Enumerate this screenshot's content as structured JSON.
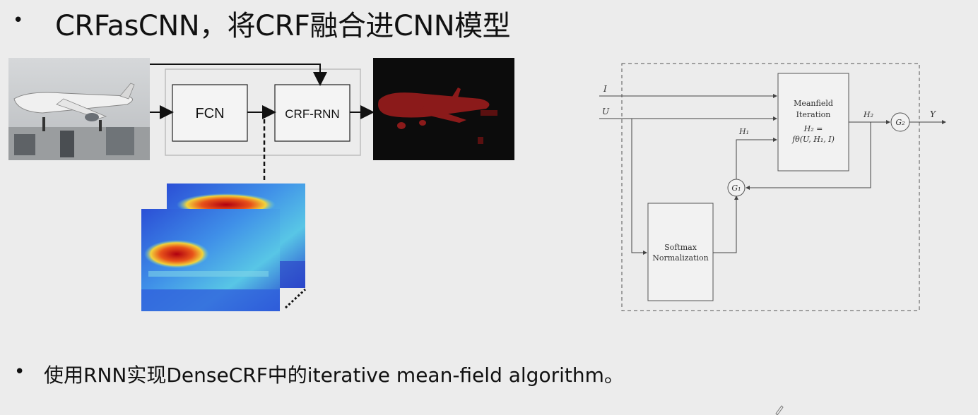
{
  "slide": {
    "title": "CRFasCNN，将CRF融合进CNN模型",
    "bullet": "•",
    "bottom_text": "使用RNN实现DenseCRF中的iterative mean-field algorithm。"
  },
  "pipeline": {
    "fcn_label": "FCN",
    "crf_rnn_label": "CRF-RNN"
  },
  "rnn_diagram": {
    "input_I": "I",
    "input_U": "U",
    "output_Y": "Y",
    "meanfield_line1": "Meanfield",
    "meanfield_line2": "Iteration",
    "meanfield_eq1": "H₂ =",
    "meanfield_eq2": "fθ(U, H₁, I)",
    "softmax_line1": "Softmax",
    "softmax_line2": "Normalization",
    "h1_label": "H₁",
    "h2_label": "H₂",
    "g1_label": "G₁",
    "g2_label": "G₂"
  },
  "colors": {
    "background": "#ececec",
    "segmentation_fill": "#8b1a1a",
    "heatmap_hot": "#c0101a",
    "heatmap_cold": "#2a4bd0"
  }
}
